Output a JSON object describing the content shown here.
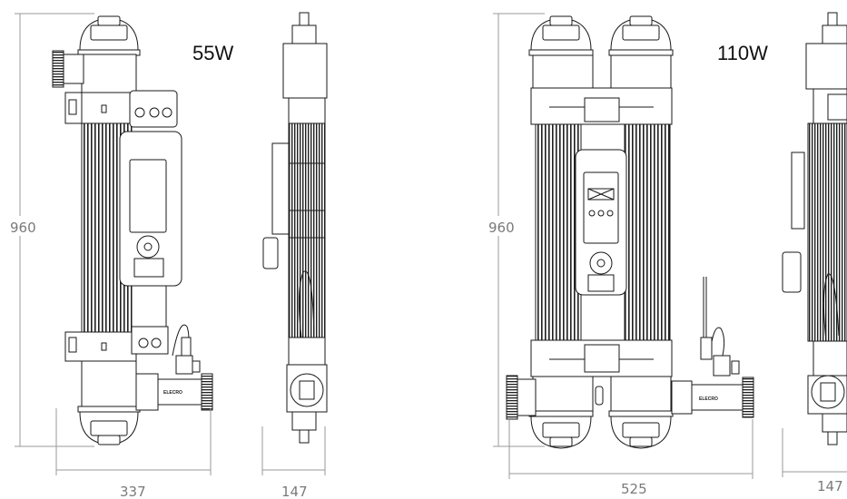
{
  "units": [
    {
      "power": "55W",
      "height": "960",
      "width": "337",
      "depth": "147",
      "brand": "ELECRO"
    },
    {
      "power": "110W",
      "height": "960",
      "width": "525",
      "depth": "147",
      "brand": "ELECRO"
    }
  ],
  "colors": {
    "line": "#1a1a1a",
    "dimension": "#9a9a9a",
    "text": "#7a7a7a",
    "fin": "#222222"
  }
}
